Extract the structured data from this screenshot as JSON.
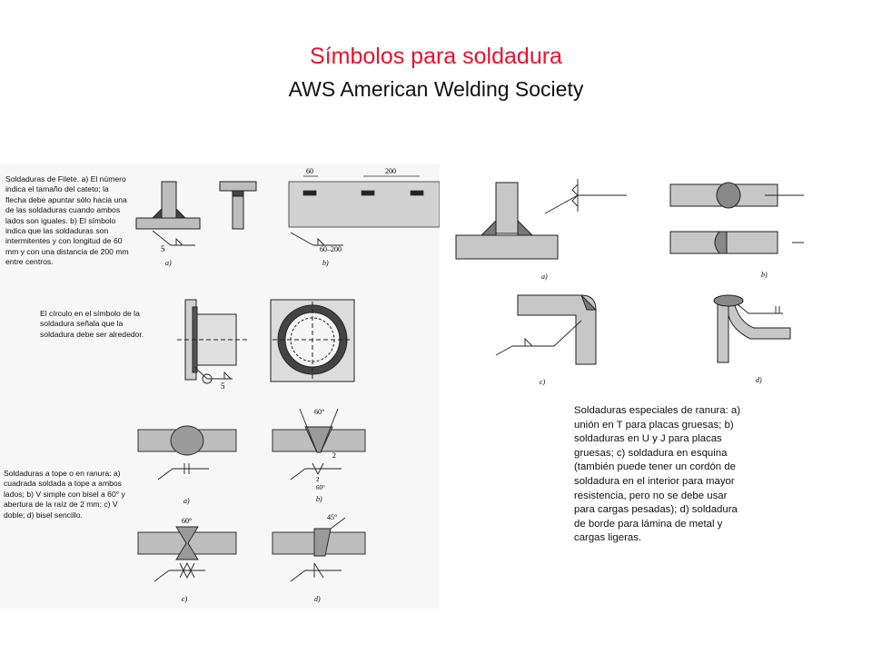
{
  "slide": {
    "title": "Símbolos para soldadura",
    "subtitle": "AWS American Welding Society"
  },
  "left": {
    "fillet_caption": "Soldaduras de Filete. a) El número indica el tamaño del cateto; la flecha debe apuntar sólo hacia una de las soldaduras cuando ambos lados son iguales. b) El símbolo indica que las soldaduras son intermitentes y con longitud de 60 mm y con una distancia de 200 mm entre centros.",
    "circle_caption": "El círculo en el símbolo de la soldadura señala que la soldadura debe ser alrededor.",
    "butt_caption": "Soldaduras a tope o en ranura: a) cuadrada soldada a tope a ambos lados; b) V simple con bisel a 60° y abertura de la raíz de 2 mm: c) V doble; d) bisel sencillo.",
    "fillet_labels": {
      "a": "a)",
      "b": "b)",
      "size_5": "5",
      "spec": "60–200",
      "dim_60": "60",
      "dim_200": "200"
    },
    "circle_labels": {
      "size_5": "5"
    },
    "butt_labels": {
      "a": "a)",
      "b": "b)",
      "c": "c)",
      "d": "d)",
      "angle_b": "60°",
      "gap_b": "2",
      "sym_gap": "2",
      "sym_angle": "60°",
      "angle_c": "60°",
      "angle_d": "45°"
    }
  },
  "right": {
    "labels": {
      "a": "a)",
      "b": "b)",
      "c": "c)",
      "d": "d)"
    },
    "caption": "Soldaduras especiales de ranura: a) unión en T para placas gruesas; b) soldaduras en U y J para placas gruesas; c) soldadura en esquina (también puede tener un cordón de soldadura en el interior para mayor resistencia, pero no se debe usar para cargas pesadas); d) soldadura de borde para lámina de metal y cargas ligeras."
  }
}
